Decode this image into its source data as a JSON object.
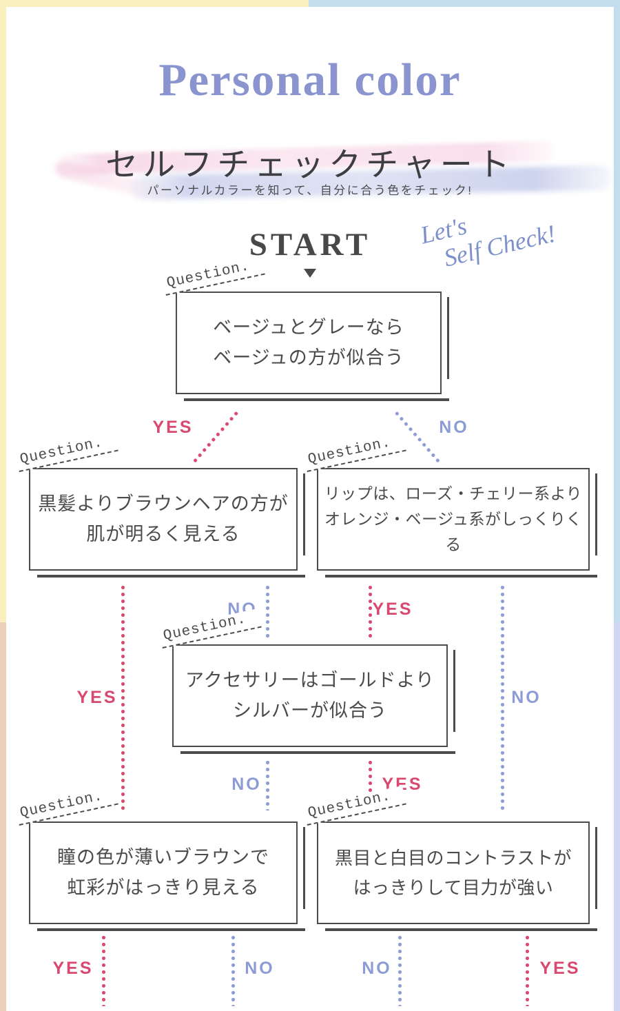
{
  "page": {
    "title_en": "Personal color",
    "title_ja": "セルフチェックチャート",
    "tagline": "パーソナルカラーを知って、自分に合う色をチェック!",
    "start_label": "START",
    "script_note_line1": "Let's",
    "script_note_line2": "Self Check!"
  },
  "labels": {
    "question": "Question.",
    "yes": "YES",
    "no": "NO"
  },
  "colors": {
    "yes_pink": "#d9486e",
    "no_blue": "#8d9cd4",
    "title_periwinkle": "#8a94ce",
    "text_dark": "#4b4b4e",
    "frame_yellow": "#faf0bd",
    "frame_light_blue": "#c3dcee",
    "frame_tan": "#edcfbc",
    "frame_lavender": "#cfd7f2",
    "brush_pink": "#f3c4d9",
    "brush_blue": "#acb6e2"
  },
  "questions": [
    {
      "line1": "ベージュとグレーなら",
      "line2": "ベージュの方が似合う"
    },
    {
      "line1": "黒髪よりブラウンヘアの方が",
      "line2": "肌が明るく見える"
    },
    {
      "line1": "リップは、ローズ・チェリー系より",
      "line2": "オレンジ・ベージュ系がしっくりくる"
    },
    {
      "line1": "アクセサリーはゴールドより",
      "line2": "シルバーが似合う"
    },
    {
      "line1": "瞳の色が薄いブラウンで",
      "line2": "虹彩がはっきり見える"
    },
    {
      "line1": "黒目と白目のコントラストが",
      "line2": "はっきりして目力が強い"
    }
  ]
}
